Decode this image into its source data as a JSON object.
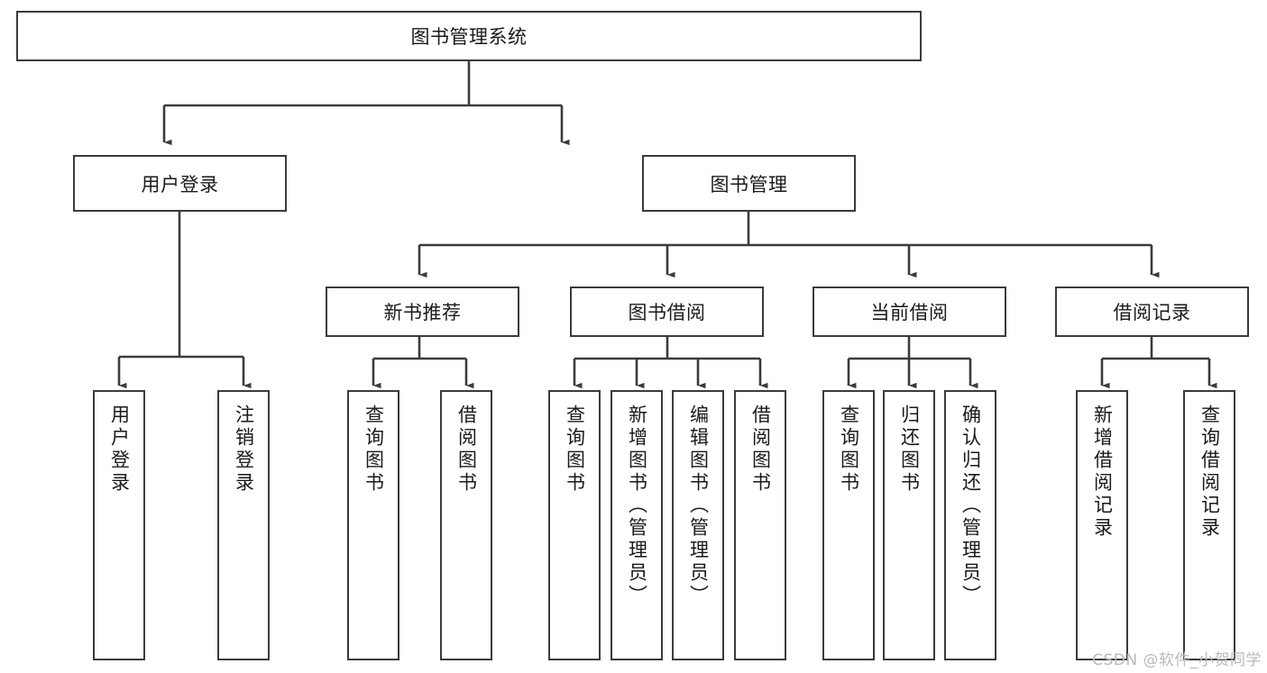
{
  "diagram": {
    "type": "tree",
    "title": "图书管理系统",
    "root": {
      "label": "图书管理系统"
    },
    "level2": [
      {
        "label": "用户登录"
      },
      {
        "label": "图书管理"
      }
    ],
    "level3": [
      {
        "label": "新书推荐"
      },
      {
        "label": "图书借阅"
      },
      {
        "label": "当前借阅"
      },
      {
        "label": "借阅记录"
      }
    ],
    "leaves": {
      "user_login": [
        {
          "label": "用户登录"
        },
        {
          "label": "注销登录"
        }
      ],
      "new_book_recommend": [
        {
          "label": "查询图书"
        },
        {
          "label": "借阅图书"
        }
      ],
      "book_borrow": [
        {
          "label": "查询图书"
        },
        {
          "label": "新增图书（管理员）"
        },
        {
          "label": "编辑图书（管理员）"
        },
        {
          "label": "借阅图书"
        }
      ],
      "current_borrow": [
        {
          "label": "查询图书"
        },
        {
          "label": "归还图书"
        },
        {
          "label": "确认归还（管理员）"
        }
      ],
      "borrow_record": [
        {
          "label": "新增借阅记录"
        },
        {
          "label": "查询借阅记录"
        }
      ]
    }
  },
  "watermark": {
    "text": "CSDN @软件_小贺同学"
  },
  "colors": {
    "stroke": "#3b3b3b",
    "text": "#1a1a1a",
    "background": "#ffffff",
    "watermark": "#b9b9b9"
  }
}
